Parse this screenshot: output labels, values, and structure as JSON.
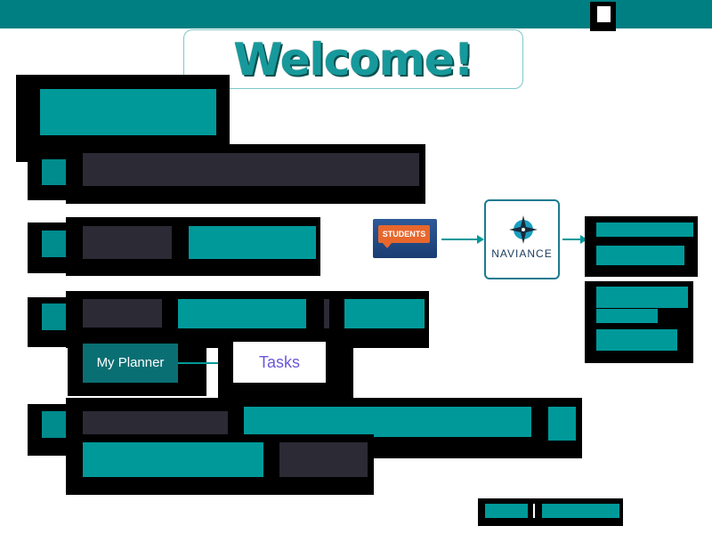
{
  "header": {
    "welcome_title": "Welcome!"
  },
  "flow": {
    "students_label": "STUDENTS",
    "naviance_label": "NAVIANCE"
  },
  "planner": {
    "my_planner_label": "My Planner",
    "tasks_label": "Tasks"
  },
  "colors": {
    "topbar": "#007f82",
    "teal": "#00999a",
    "dark": "#2b2a35",
    "students_orange": "#e8672c",
    "tasks_text": "#6a58d8"
  }
}
